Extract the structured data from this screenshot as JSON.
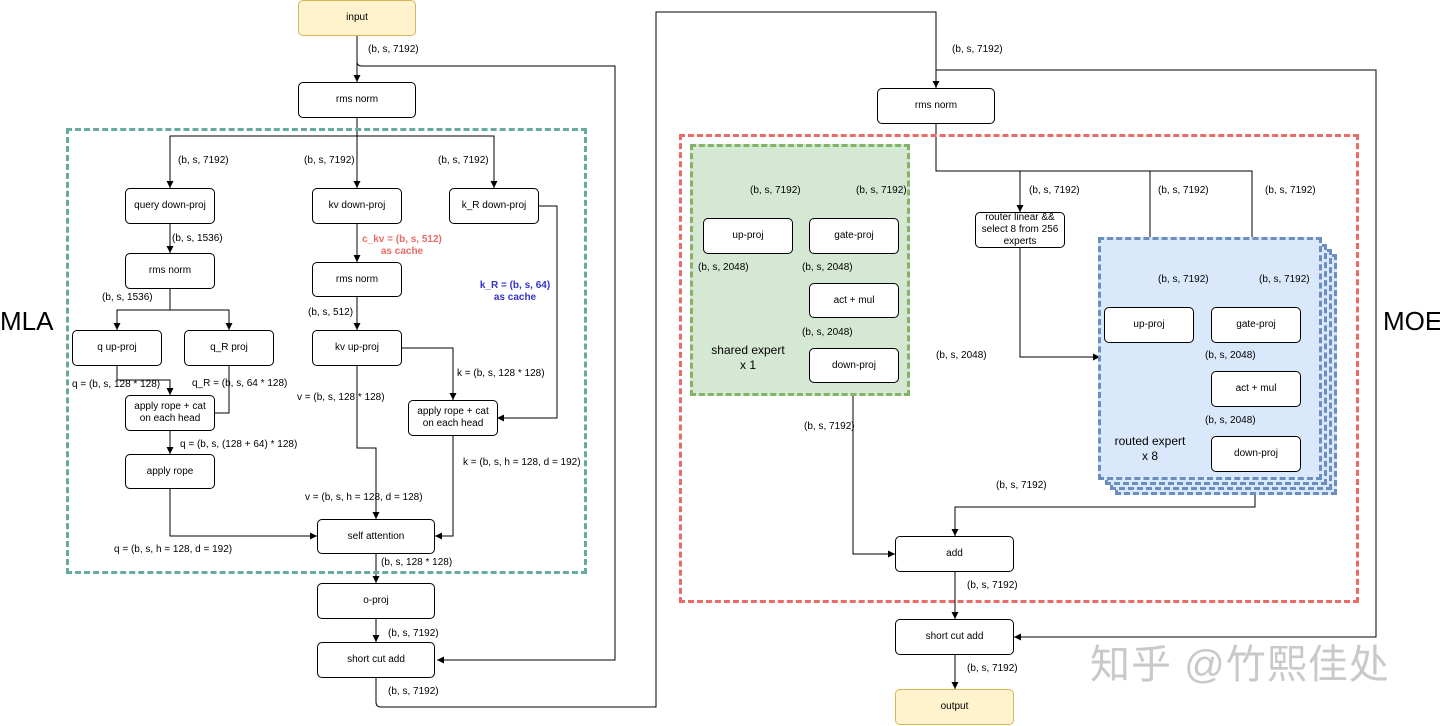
{
  "titles": {
    "mla": "MLA",
    "moe": "MOE"
  },
  "boxes": {
    "input": "input",
    "output": "output",
    "rms_norm_1": "rms norm",
    "query_down_proj": "query down-proj",
    "kv_down_proj": "kv down-proj",
    "k_r_down_proj": "k_R down-proj",
    "rms_norm_q": "rms norm",
    "rms_norm_kv": "rms norm",
    "q_up_proj": "q up-proj",
    "q_r_proj": "q_R proj",
    "kv_up_proj": "kv up-proj",
    "rope_cat_q": "apply rope + cat on each head",
    "rope_cat_k": "apply rope + cat on each head",
    "apply_rope": "apply rope",
    "self_attention": "self attention",
    "o_proj": "o-proj",
    "short_cut_add_1": "short cut add",
    "rms_norm_2": "rms norm",
    "router": "router linear && select 8 from 256 experts",
    "shared_up_proj": "up-proj",
    "shared_gate_proj": "gate-proj",
    "shared_act_mul": "act + mul",
    "shared_down_proj": "down-proj",
    "routed_up_proj": "up-proj",
    "routed_gate_proj": "gate-proj",
    "routed_act_mul": "act + mul",
    "routed_down_proj": "down-proj",
    "add": "add",
    "short_cut_add_2": "short cut add"
  },
  "regions": {
    "shared_expert": "shared expert\nx 1",
    "routed_expert": "routed expert\nx 8"
  },
  "notes": {
    "c_kv": "c_kv = (b, s, 512)\nas cache",
    "k_r": "k_R = (b, s, 64)\nas cache"
  },
  "labels": {
    "in_7192": "(b, s, 7192)",
    "top_right_7192": "(b, s, 7192)",
    "mla_q_7192": "(b, s, 7192)",
    "mla_kv_7192": "(b, s, 7192)",
    "mla_kr_7192": "(b, s, 7192)",
    "q_1536": "(b, s, 1536)",
    "q_1536_b": "(b, s, 1536)",
    "kv_512": "(b, s, 512)",
    "q_eq": "q = (b, s, 128 * 128)",
    "q_r_eq": "q_R = (b, s, 64 * 128)",
    "q_cat_eq": "q = (b, s, (128 + 64) * 128)",
    "k_eq": "k = (b, s, 128 * 128)",
    "v_eq": "v = (b, s, 128 * 128)",
    "k_heads": "k = (b, s, h = 128, d = 192)",
    "v_heads": "v = (b, s, h = 128, d = 128)",
    "q_heads": "q = (b, s, h = 128, d = 192)",
    "attn_out": "(b, s, 128 * 128)",
    "oproj_out": "(b, s, 7192)",
    "mla_out": "(b, s, 7192)",
    "moe_up_7192": "(b, s, 7192)",
    "moe_gate_7192": "(b, s, 7192)",
    "moe_router_7192": "(b, s, 7192)",
    "moe_routed_up_7192": "(b, s, 7192)",
    "moe_routed_gate_7192": "(b, s, 7192)",
    "routed_up_in": "(b, s, 7192)",
    "routed_gate_in": "(b, s, 7192)",
    "shared_up_2048": "(b, s, 2048)",
    "shared_gate_2048": "(b, s, 2048)",
    "shared_act_2048": "(b, s, 2048)",
    "router_2048": "(b, s, 2048)",
    "routed_gate_2048": "(b, s, 2048)",
    "routed_act_2048": "(b, s, 2048)",
    "shared_out_7192": "(b, s, 7192)",
    "routed_out_7192": "(b, s, 7192)",
    "add_out_7192": "(b, s, 7192)",
    "final_7192": "(b, s, 7192)"
  },
  "watermark": "知乎 @竹熙佳处",
  "colors": {
    "mla_border": "#67ab9f",
    "moe_border": "#ea6b66",
    "shared_fill": "#d5e8d4",
    "shared_border": "#82b366",
    "routed_fill": "#dae8fc",
    "routed_border": "#6c8ebf",
    "io_fill": "#fff2cc",
    "c_kv_note": "#ea6b66",
    "k_r_note": "#3333cc"
  }
}
